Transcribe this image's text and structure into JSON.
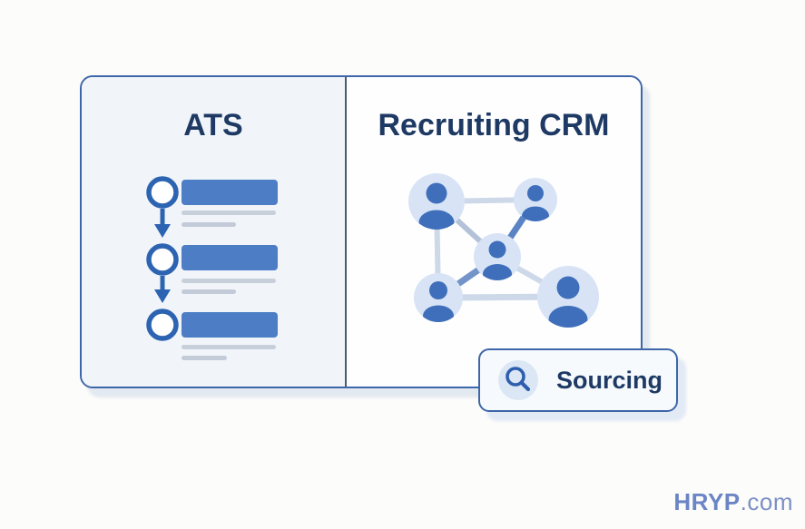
{
  "page": {
    "background": "#fcfcfa",
    "watermark": {
      "brand": "HRYP",
      "suffix": ".com",
      "color": "#6b85c5"
    }
  },
  "card": {
    "border_color": "#3e66a8",
    "title_color": "#1e3a64",
    "left_panel": {
      "title": "ATS",
      "background": "#f1f5fa",
      "illustration": "pipeline-timeline",
      "timeline_steps": 3
    },
    "right_panel": {
      "title": "Recruiting CRM",
      "background": "#fefeff",
      "illustration": "people-network",
      "network_nodes": 5
    }
  },
  "badge": {
    "label": "Sourcing",
    "icon": "search-icon",
    "background": "#f7fafd",
    "border_color": "#3e66a8",
    "text_color": "#1e3a64"
  },
  "colors": {
    "accent_blue_bar": "#4d7ec5",
    "outline_blue": "#2d64b2",
    "node_light_blue": "#d8e4f6",
    "avatar_blue": "#3f6fba",
    "muted_gray_line": "#c7cfdb",
    "network_edge_light": "#cdd8e8",
    "network_edge_dark": "#5b84c4",
    "divider_slate": "#4d5a6e"
  }
}
